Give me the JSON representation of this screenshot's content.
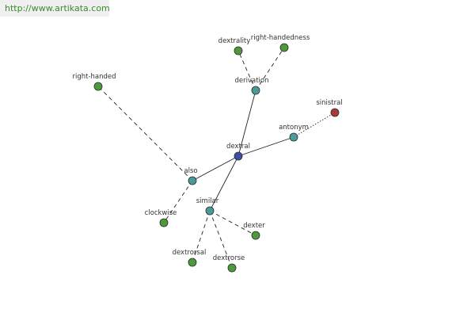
{
  "header": {
    "url": "http://www.artikata.com"
  },
  "colors": {
    "center": "#3b4fa0",
    "relation": "#4a9a9a",
    "word": "#4c9a3c",
    "antonym_word": "#a83a3a",
    "edge": "#222222"
  },
  "graph": {
    "nodes": [
      {
        "id": "dextral",
        "label": "dextral",
        "kind": "center"
      },
      {
        "id": "derivation",
        "label": "derivation",
        "kind": "relation"
      },
      {
        "id": "antonym",
        "label": "antonym",
        "kind": "relation"
      },
      {
        "id": "also",
        "label": "also",
        "kind": "relation"
      },
      {
        "id": "similar",
        "label": "similar",
        "kind": "relation"
      },
      {
        "id": "dextrality",
        "label": "dextrality",
        "kind": "word"
      },
      {
        "id": "right-handedness",
        "label": "right-handedness",
        "kind": "word"
      },
      {
        "id": "sinistral",
        "label": "sinistral",
        "kind": "antonym_word"
      },
      {
        "id": "right-handed",
        "label": "right-handed",
        "kind": "word"
      },
      {
        "id": "clockwise",
        "label": "clockwise",
        "kind": "word"
      },
      {
        "id": "dexter",
        "label": "dexter",
        "kind": "word"
      },
      {
        "id": "dextrorsal",
        "label": "dextrorsal",
        "kind": "word"
      },
      {
        "id": "dextrorse",
        "label": "dextrorse",
        "kind": "word"
      }
    ],
    "edges": [
      {
        "from": "dextral",
        "to": "derivation",
        "style": "solid"
      },
      {
        "from": "dextral",
        "to": "antonym",
        "style": "solid"
      },
      {
        "from": "dextral",
        "to": "also",
        "style": "solid"
      },
      {
        "from": "dextral",
        "to": "similar",
        "style": "solid"
      },
      {
        "from": "derivation",
        "to": "dextrality",
        "style": "dashed"
      },
      {
        "from": "derivation",
        "to": "right-handedness",
        "style": "dashed"
      },
      {
        "from": "antonym",
        "to": "sinistral",
        "style": "dotted"
      },
      {
        "from": "also",
        "to": "right-handed",
        "style": "dashed"
      },
      {
        "from": "also",
        "to": "clockwise",
        "style": "dashed"
      },
      {
        "from": "similar",
        "to": "dexter",
        "style": "dashed"
      },
      {
        "from": "similar",
        "to": "dextrorsal",
        "style": "dashed"
      },
      {
        "from": "similar",
        "to": "dextrorse",
        "style": "dashed"
      }
    ]
  }
}
